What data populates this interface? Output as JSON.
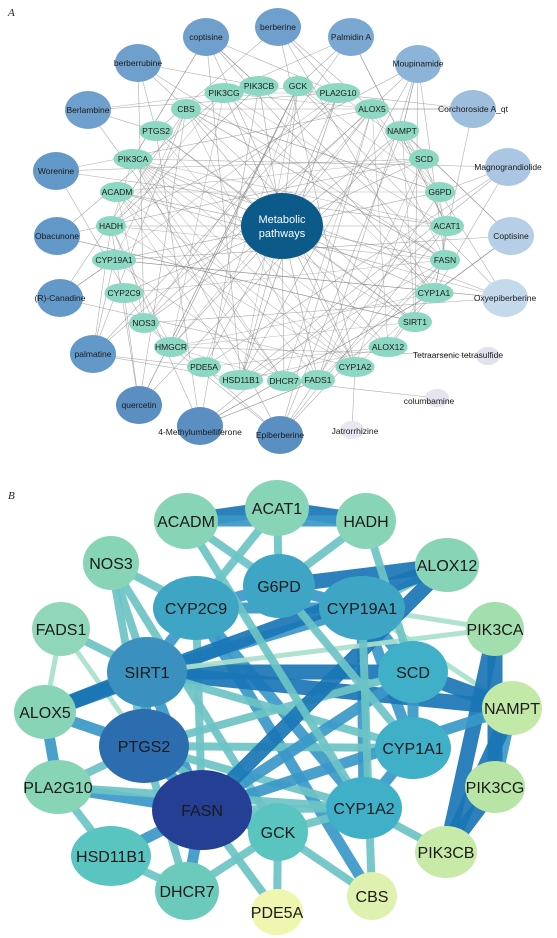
{
  "panelA": {
    "label": "A",
    "hub": {
      "line1": "Metabolic",
      "line2": "pathways",
      "color": "#0b5a8a"
    },
    "targets": [
      "PIK3CG",
      "PIK3CB",
      "GCK",
      "PLA2G10",
      "ALOX5",
      "NAMPT",
      "SCD",
      "G6PD",
      "ACAT1",
      "FASN",
      "CYP1A1",
      "SIRT1",
      "ALOX12",
      "CYP1A2",
      "FADS1",
      "DHCR7",
      "HSD11B1",
      "PDE5A",
      "HMGCR",
      "NOS3",
      "CYP2C9",
      "CYP19A1",
      "HADH",
      "ACADM",
      "PIK3CA",
      "PTGS2",
      "CBS"
    ],
    "target_color": "#8dd8c2",
    "compounds": [
      {
        "name": "coptisine",
        "color": "#6f9fcc"
      },
      {
        "name": "berberine",
        "color": "#6f9fcc"
      },
      {
        "name": "Palmidin A",
        "color": "#7aa8d2"
      },
      {
        "name": "Moupinamide",
        "color": "#8cb3d8"
      },
      {
        "name": "Corchoroside A_qt",
        "color": "#9dbedd"
      },
      {
        "name": "Magnograndiolide",
        "color": "#aac6e2"
      },
      {
        "name": "Coptisine",
        "color": "#b6cfe6"
      },
      {
        "name": "Oxyepiberberine",
        "color": "#c5d9ec"
      },
      {
        "name": "Tetraarsenic tetrasulfide",
        "color": "#e2e2ef"
      },
      {
        "name": "columbamine",
        "color": "#e6e4f1"
      },
      {
        "name": "Jatrorrhizine",
        "color": "#e8e6f2"
      },
      {
        "name": "Epiberberine",
        "color": "#5b8fc2"
      },
      {
        "name": "4-Methylumbelliferone",
        "color": "#5b8fc2"
      },
      {
        "name": "quercetin",
        "color": "#5b8fc2"
      },
      {
        "name": "palmatine",
        "color": "#6399c9"
      },
      {
        "name": "(R)-Canadine",
        "color": "#6399c9"
      },
      {
        "name": "Obacunone",
        "color": "#6399c9"
      },
      {
        "name": "Worenine",
        "color": "#6399c9"
      },
      {
        "name": "Berlambine",
        "color": "#6f9fcc"
      },
      {
        "name": "berberrubine",
        "color": "#6f9fcc"
      }
    ],
    "edge_color": "#8a8a8a"
  },
  "panelB": {
    "label": "B",
    "nodes": [
      {
        "id": "ACADM",
        "label": "ACADM",
        "color": "#88d4b6"
      },
      {
        "id": "ACAT1",
        "label": "ACAT1",
        "color": "#88d4b6"
      },
      {
        "id": "HADH",
        "label": "HADH",
        "color": "#88d4b6"
      },
      {
        "id": "NOS3",
        "label": "NOS3",
        "color": "#88d4b6"
      },
      {
        "id": "G6PD",
        "label": "G6PD",
        "color": "#3ea6c4"
      },
      {
        "id": "ALOX12",
        "label": "ALOX12",
        "color": "#88d4b6"
      },
      {
        "id": "CYP2C9",
        "label": "CYP2C9",
        "color": "#3ea6c4"
      },
      {
        "id": "CYP19A1",
        "label": "CYP19A1",
        "color": "#3ea6c4"
      },
      {
        "id": "FADS1",
        "label": "FADS1",
        "color": "#8fd7b8"
      },
      {
        "id": "PIK3CA",
        "label": "PIK3CA",
        "color": "#a3dfae"
      },
      {
        "id": "SIRT1",
        "label": "SIRT1",
        "color": "#3a91c0"
      },
      {
        "id": "SCD",
        "label": "SCD",
        "color": "#3fb0c8"
      },
      {
        "id": "NAMPT",
        "label": "NAMPT",
        "color": "#c3e9a8"
      },
      {
        "id": "ALOX5",
        "label": "ALOX5",
        "color": "#88d4b6"
      },
      {
        "id": "PTGS2",
        "label": "PTGS2",
        "color": "#2c6db0"
      },
      {
        "id": "CYP1A1",
        "label": "CYP1A1",
        "color": "#3fb0c8"
      },
      {
        "id": "PIK3CG",
        "label": "PIK3CG",
        "color": "#b8e5a6"
      },
      {
        "id": "PLA2G10",
        "label": "PLA2G10",
        "color": "#88d4b6"
      },
      {
        "id": "FASN",
        "label": "FASN",
        "color": "#253f95"
      },
      {
        "id": "CYP1A2",
        "label": "CYP1A2",
        "color": "#3fb0c8"
      },
      {
        "id": "GCK",
        "label": "GCK",
        "color": "#5ac4c0"
      },
      {
        "id": "PIK3CB",
        "label": "PIK3CB",
        "color": "#c8eaa9"
      },
      {
        "id": "HSD11B1",
        "label": "HSD11B1",
        "color": "#5ac4c0"
      },
      {
        "id": "DHCR7",
        "label": "DHCR7",
        "color": "#6ccabd"
      },
      {
        "id": "CBS",
        "label": "CBS",
        "color": "#dff1ae"
      },
      {
        "id": "PDE5A",
        "label": "PDE5A",
        "color": "#eef6b0"
      }
    ],
    "edges": [
      [
        "ACADM",
        "ACAT1",
        4
      ],
      [
        "ACAT1",
        "HADH",
        4
      ],
      [
        "ACADM",
        "HADH",
        3
      ],
      [
        "ACADM",
        "G6PD",
        2
      ],
      [
        "HADH",
        "G6PD",
        2
      ],
      [
        "ACAT1",
        "G6PD",
        2
      ],
      [
        "G6PD",
        "ALOX12",
        4
      ],
      [
        "CYP19A1",
        "ALOX12",
        2
      ],
      [
        "G6PD",
        "CYP19A1",
        3
      ],
      [
        "NOS3",
        "CYP2C9",
        2
      ],
      [
        "NOS3",
        "SIRT1",
        2
      ],
      [
        "NOS3",
        "GCK",
        2
      ],
      [
        "CYP2C9",
        "CYP19A1",
        3
      ],
      [
        "CYP2C9",
        "G6PD",
        3
      ],
      [
        "CYP2C9",
        "SIRT1",
        3
      ],
      [
        "CYP2C9",
        "CYP1A2",
        3
      ],
      [
        "CYP2C9",
        "FASN",
        2
      ],
      [
        "CYP2C9",
        "CBS",
        3
      ],
      [
        "CYP19A1",
        "SCD",
        3
      ],
      [
        "CYP19A1",
        "CYP1A1",
        3
      ],
      [
        "CYP19A1",
        "CYP1A2",
        3
      ],
      [
        "CYP19A1",
        "PIK3CA",
        1
      ],
      [
        "CYP19A1",
        "NAMPT",
        1
      ],
      [
        "CYP19A1",
        "SIRT1",
        3
      ],
      [
        "FADS1",
        "SIRT1",
        2
      ],
      [
        "FADS1",
        "ALOX5",
        1
      ],
      [
        "FADS1",
        "PTGS2",
        1
      ],
      [
        "SIRT1",
        "PTGS2",
        3
      ],
      [
        "SIRT1",
        "FASN",
        3
      ],
      [
        "SIRT1",
        "SCD",
        4
      ],
      [
        "SIRT1",
        "NAMPT",
        4
      ],
      [
        "SIRT1",
        "ALOX5",
        4
      ],
      [
        "SIRT1",
        "CYP1A1",
        2
      ],
      [
        "ALOX5",
        "PTGS2",
        3
      ],
      [
        "ALOX5",
        "PLA2G10",
        3
      ],
      [
        "ALOX5",
        "ALOX12",
        4
      ],
      [
        "PTGS2",
        "FASN",
        3
      ],
      [
        "PTGS2",
        "CYP1A1",
        2
      ],
      [
        "PTGS2",
        "CYP1A2",
        2
      ],
      [
        "PTGS2",
        "PLA2G10",
        2
      ],
      [
        "PTGS2",
        "GCK",
        2
      ],
      [
        "PTGS2",
        "SCD",
        2
      ],
      [
        "SCD",
        "NAMPT",
        4
      ],
      [
        "SCD",
        "CYP1A1",
        3
      ],
      [
        "NAMPT",
        "PIK3CG",
        3
      ],
      [
        "NAMPT",
        "PIK3CB",
        4
      ],
      [
        "PIK3CA",
        "PIK3CG",
        4
      ],
      [
        "PIK3CA",
        "PIK3CB",
        4
      ],
      [
        "PIK3CG",
        "PIK3CB",
        4
      ],
      [
        "CYP1A1",
        "CYP1A2",
        3
      ],
      [
        "CYP1A2",
        "FASN",
        2
      ],
      [
        "CYP1A2",
        "GCK",
        2
      ],
      [
        "CYP1A2",
        "PIK3CB",
        2
      ],
      [
        "FASN",
        "GCK",
        3
      ],
      [
        "FASN",
        "HSD11B1",
        3
      ],
      [
        "FASN",
        "DHCR7",
        3
      ],
      [
        "FASN",
        "PLA2G10",
        3
      ],
      [
        "FASN",
        "SCD",
        3
      ],
      [
        "FASN",
        "NAMPT",
        3
      ],
      [
        "FASN",
        "ALOX12",
        4
      ],
      [
        "GCK",
        "PDE5A",
        2
      ],
      [
        "GCK",
        "DHCR7",
        2
      ],
      [
        "GCK",
        "CBS",
        2
      ],
      [
        "HSD11B1",
        "DHCR7",
        2
      ],
      [
        "HSD11B1",
        "PLA2G10",
        2
      ],
      [
        "PLA2G10",
        "CYP1A2",
        2
      ],
      [
        "PIK3CA",
        "SIRT1",
        1
      ],
      [
        "HADH",
        "SCD",
        2
      ],
      [
        "ACADM",
        "CYP1A2",
        2
      ],
      [
        "ACAT1",
        "CYP2C9",
        2
      ],
      [
        "NOS3",
        "PTGS2",
        2
      ],
      [
        "G6PD",
        "CYP1A1",
        2
      ],
      [
        "PDE5A",
        "FASN",
        2
      ],
      [
        "DHCR7",
        "PTGS2",
        2
      ],
      [
        "CBS",
        "CYP19A1",
        2
      ]
    ],
    "edge_palette": [
      "#d4efdf",
      "#a8dfcb",
      "#6cc3c6",
      "#3a98c8",
      "#1a75b5"
    ]
  }
}
